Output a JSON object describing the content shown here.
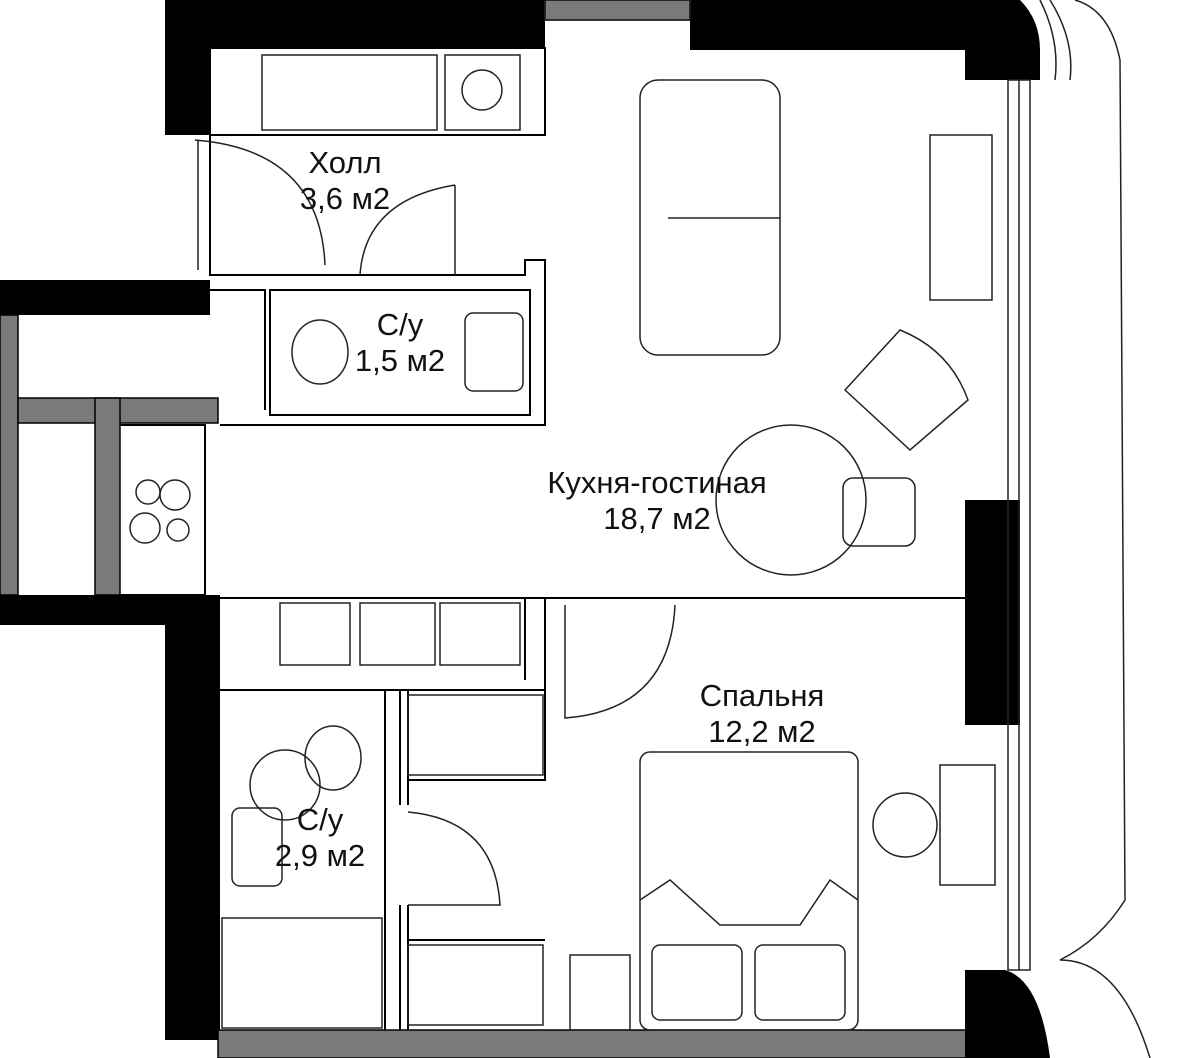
{
  "plan": {
    "rooms": [
      {
        "name": "Холл",
        "area": "3,6 м2"
      },
      {
        "name": "С/у",
        "area": "1,5 м2"
      },
      {
        "name": "Кухня-гостиная",
        "area": "18,7 м2"
      },
      {
        "name": "Спальня",
        "area": "12,2 м2"
      },
      {
        "name": "С/у",
        "area": "2,9 м2"
      }
    ],
    "colors": {
      "wall": "#000000",
      "partition": "#7a7a7a",
      "furniture": "#222222"
    }
  }
}
